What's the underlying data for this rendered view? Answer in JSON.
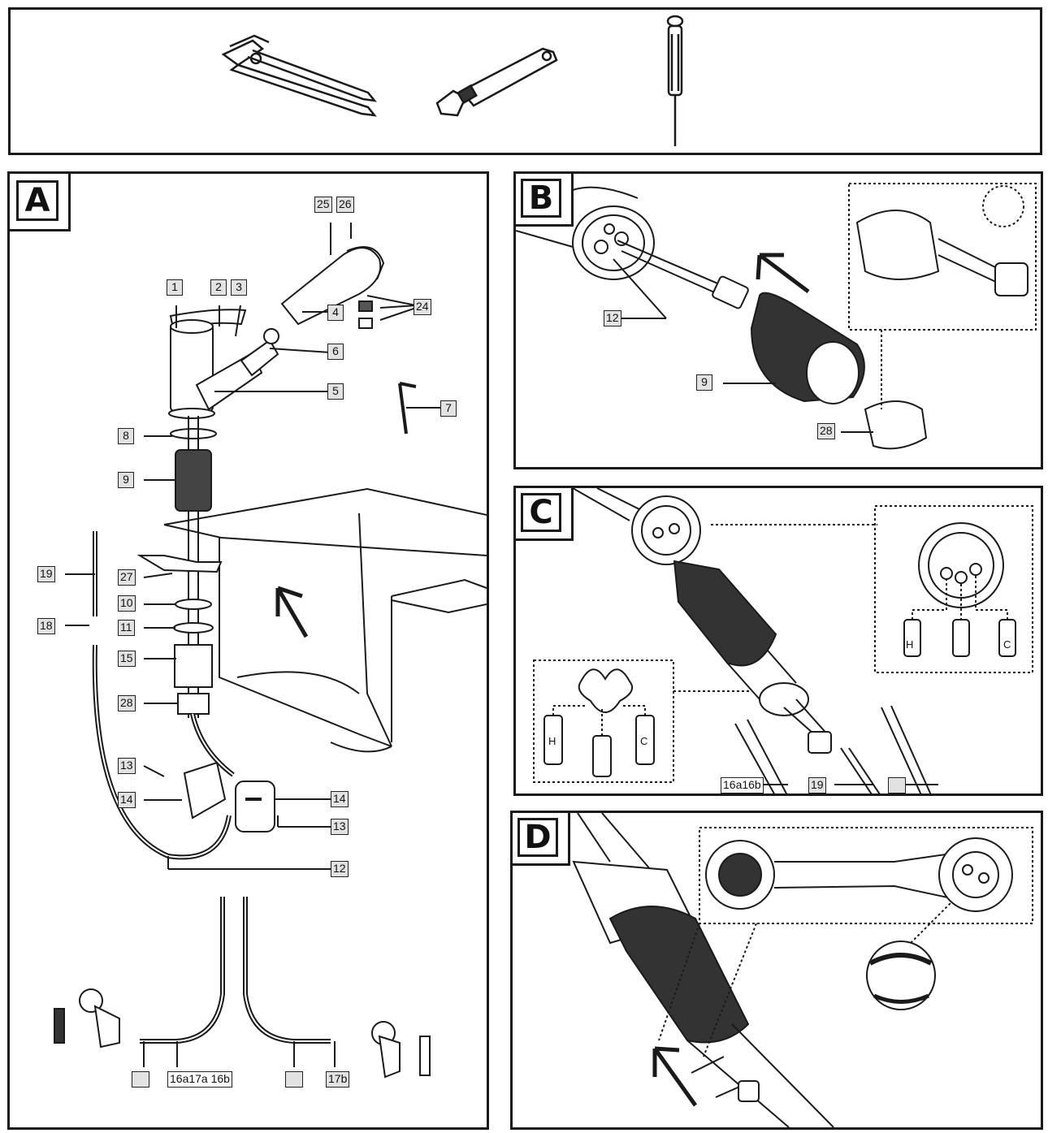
{
  "panels": {
    "a": "A",
    "b": "B",
    "c": "C",
    "d": "D"
  },
  "tools": {
    "pliers_icon": "pliers-icon",
    "wrench_icon": "adjustable-wrench-icon",
    "screwdriver_icon": "screwdriver-icon"
  },
  "labels_a": {
    "l1": "1",
    "l2": "2",
    "l3": "3",
    "l4": "4",
    "l5": "5",
    "l6": "6",
    "l7": "7",
    "l8": "8",
    "l9": "9",
    "l10": "10",
    "l11": "11",
    "l12": "12",
    "l13a": "13",
    "l13b": "13",
    "l14a": "14",
    "l14b": "14",
    "l15": "15",
    "l18": "18",
    "l19": "19",
    "l24": "24",
    "l25": "25",
    "l26": "26",
    "l27": "27",
    "l28": "28",
    "l16a17a16b": "16a17a 16b",
    "l17b": "17b"
  },
  "labels_b": {
    "l12": "12",
    "l9": "9",
    "l28": "28"
  },
  "labels_c": {
    "l16a16b": "16a16b",
    "l19": "19",
    "h1": "H",
    "c1": "C",
    "h2": "H",
    "c2": "C"
  },
  "colors": {
    "line": "#1a1a1a",
    "label_bg": "#e2e2e2"
  }
}
